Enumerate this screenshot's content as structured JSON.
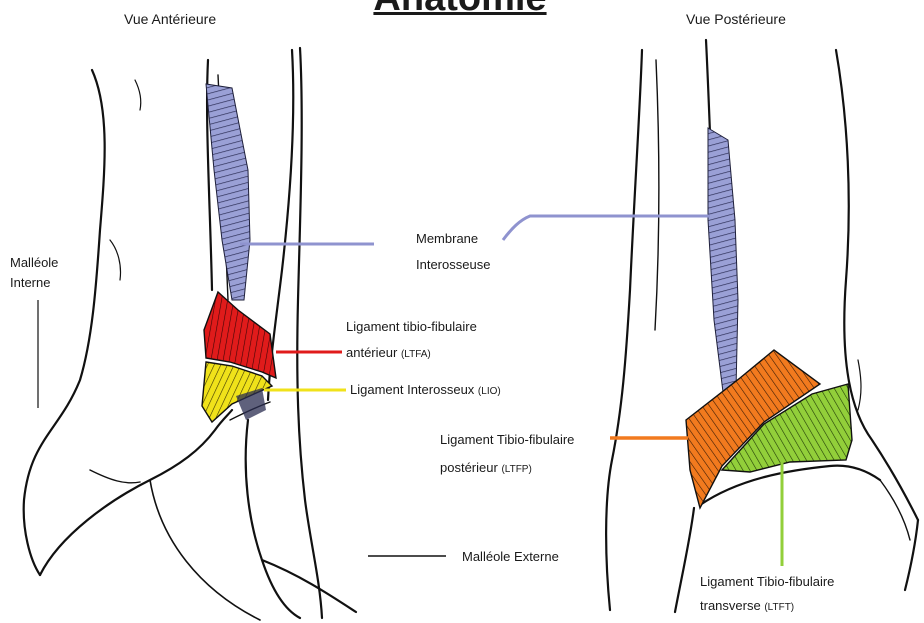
{
  "title": "Anatomie",
  "views": {
    "anterior": "Vue Antérieure",
    "posterior": "Vue Postérieure"
  },
  "labels": {
    "malleole_interne": [
      "Malléole",
      "Interne"
    ],
    "membrane": [
      "Membrane",
      "Interosseuse"
    ],
    "ltfa": {
      "line1": "Ligament tibio-fibulaire",
      "line2": "antérieur",
      "abbr": "(LTFA)"
    },
    "lio": {
      "text": "Ligament Interosseux",
      "abbr": "(LIO)"
    },
    "ltfp": {
      "line1": "Ligament Tibio-fibulaire",
      "line2": "postérieur",
      "abbr": "(LTFP)"
    },
    "malleole_externe": "Malléole Externe",
    "ltft": {
      "line1": "Ligament Tibio-fibulaire",
      "line2": "transverse",
      "abbr": "(LTFT)"
    }
  },
  "colors": {
    "membrane": "#8f93cf",
    "ltfa": "#e01b1b",
    "lio": "#f0e21a",
    "ltfp": "#f27a1e",
    "ltft": "#92cf3a",
    "bone_outline": "#111111"
  }
}
